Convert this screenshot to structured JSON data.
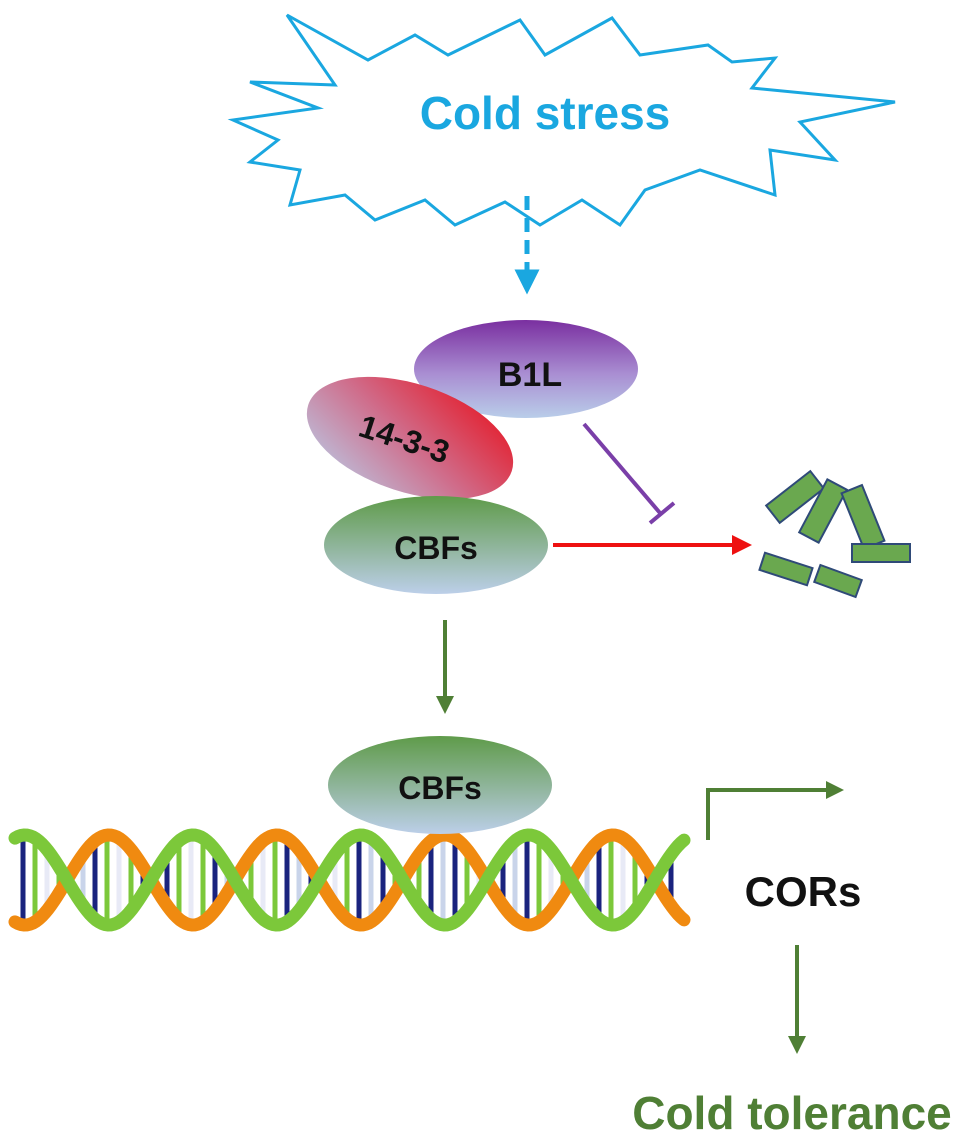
{
  "diagram": {
    "stimulus": {
      "label": "Cold stress",
      "color": "#1aa7e0"
    },
    "complex": {
      "b1l": {
        "label": "B1L",
        "color": "#7a3fa8"
      },
      "protein_1433": {
        "label": "14-3-3",
        "color": "#e8202a"
      },
      "cbfs": {
        "label": "CBFs",
        "color": "#5a9a4a"
      }
    },
    "dna_bound_cbfs": {
      "label": "CBFs"
    },
    "target_genes": {
      "label": "CORs"
    },
    "outcome": {
      "label": "Cold tolerance",
      "color": "#4f7f35"
    },
    "degradation_fragments": {
      "count": 6,
      "fill": "#6aa84f",
      "stroke": "#2f4a78"
    },
    "colors": {
      "inhibition": "#7a3fa8",
      "degradation_arrow": "#ee1111",
      "pathway_arrow": "#4f7f35",
      "dna_strand_orange": "#f08a10",
      "dna_strand_green": "#7cc83a"
    }
  }
}
